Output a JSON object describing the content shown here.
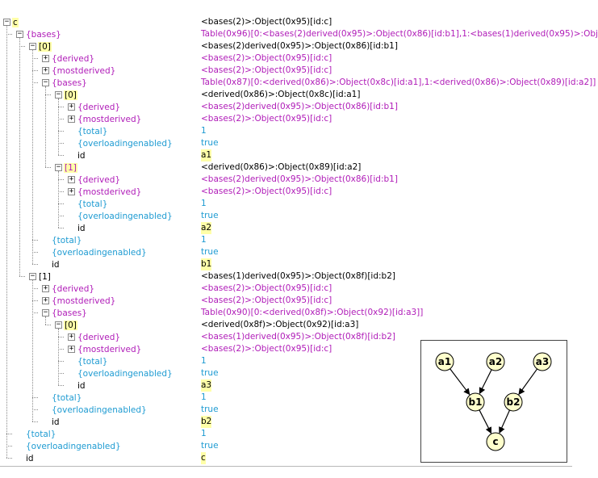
{
  "colors": {
    "cyan": "#1e9bd2",
    "magenta": "#b01cb8",
    "black": "#000000",
    "highlight": "#ffffa8",
    "node_fill": "#ffffcc"
  },
  "rows": [
    {
      "d": 0,
      "e": "-",
      "n": "c",
      "k": "black",
      "hl": true,
      "v": "<bases(2)>:Object(0x95)[id:c]",
      "vk": "black"
    },
    {
      "d": 1,
      "e": "-",
      "n": "{bases}",
      "k": "magenta",
      "v": "Table(0x96)[0:<bases(2)derived(0x95)>:Object(0x86)[id:b1],1:<bases(1)derived(0x95)>:Obj",
      "vk": "magenta"
    },
    {
      "d": 2,
      "e": "-",
      "n": "[0]",
      "k": "black",
      "hl": true,
      "v": "<bases(2)derived(0x95)>:Object(0x86)[id:b1]",
      "vk": "black"
    },
    {
      "d": 3,
      "e": "+",
      "n": "{derived}",
      "k": "magenta",
      "v": "<bases(2)>:Object(0x95)[id:c]",
      "vk": "magenta"
    },
    {
      "d": 3,
      "e": "+",
      "n": "{mostderived}",
      "k": "magenta",
      "v": "<bases(2)>:Object(0x95)[id:c]",
      "vk": "magenta"
    },
    {
      "d": 3,
      "e": "-",
      "n": "{bases}",
      "k": "magenta",
      "v": "Table(0x87)[0:<derived(0x86)>:Object(0x8c)[id:a1],1:<derived(0x86)>:Object(0x89)[id:a2]]",
      "vk": "magenta"
    },
    {
      "d": 4,
      "e": "-",
      "n": "[0]",
      "k": "black",
      "hl": true,
      "v": "<derived(0x86)>:Object(0x8c)[id:a1]",
      "vk": "black"
    },
    {
      "d": 5,
      "e": "+",
      "n": "{derived}",
      "k": "magenta",
      "v": "<bases(2)derived(0x95)>:Object(0x86)[id:b1]",
      "vk": "magenta"
    },
    {
      "d": 5,
      "e": "+",
      "n": "{mostderived}",
      "k": "magenta",
      "v": "<bases(2)>:Object(0x95)[id:c]",
      "vk": "magenta"
    },
    {
      "d": 5,
      "e": "",
      "n": "{total}",
      "k": "cyan",
      "v": "1",
      "vk": "cyan"
    },
    {
      "d": 5,
      "e": "",
      "n": "{overloadingenabled}",
      "k": "cyan",
      "v": "true",
      "vk": "cyan"
    },
    {
      "d": 5,
      "e": "",
      "n": "id",
      "k": "black",
      "v": "a1",
      "vk": "black",
      "vhl": true
    },
    {
      "d": 4,
      "e": "-",
      "n": "[1]",
      "k": "magenta",
      "hl": true,
      "v": "<derived(0x86)>:Object(0x89)[id:a2]",
      "vk": "black"
    },
    {
      "d": 5,
      "e": "+",
      "n": "{derived}",
      "k": "magenta",
      "v": "<bases(2)derived(0x95)>:Object(0x86)[id:b1]",
      "vk": "magenta"
    },
    {
      "d": 5,
      "e": "+",
      "n": "{mostderived}",
      "k": "magenta",
      "v": "<bases(2)>:Object(0x95)[id:c]",
      "vk": "magenta"
    },
    {
      "d": 5,
      "e": "",
      "n": "{total}",
      "k": "cyan",
      "v": "1",
      "vk": "cyan"
    },
    {
      "d": 5,
      "e": "",
      "n": "{overloadingenabled}",
      "k": "cyan",
      "v": "true",
      "vk": "cyan"
    },
    {
      "d": 5,
      "e": "",
      "n": "id",
      "k": "black",
      "v": "a2",
      "vk": "black",
      "vhl": true
    },
    {
      "d": 3,
      "e": "",
      "n": "{total}",
      "k": "cyan",
      "v": "1",
      "vk": "cyan"
    },
    {
      "d": 3,
      "e": "",
      "n": "{overloadingenabled}",
      "k": "cyan",
      "v": "true",
      "vk": "cyan"
    },
    {
      "d": 3,
      "e": "",
      "n": "id",
      "k": "black",
      "v": "b1",
      "vk": "black",
      "vhl": true
    },
    {
      "d": 2,
      "e": "-",
      "n": "[1]",
      "k": "black",
      "v": "<bases(1)derived(0x95)>:Object(0x8f)[id:b2]",
      "vk": "black"
    },
    {
      "d": 3,
      "e": "+",
      "n": "{derived}",
      "k": "magenta",
      "v": "<bases(2)>:Object(0x95)[id:c]",
      "vk": "magenta"
    },
    {
      "d": 3,
      "e": "+",
      "n": "{mostderived}",
      "k": "magenta",
      "v": "<bases(2)>:Object(0x95)[id:c]",
      "vk": "magenta"
    },
    {
      "d": 3,
      "e": "-",
      "n": "{bases}",
      "k": "magenta",
      "v": "Table(0x90)[0:<derived(0x8f)>:Object(0x92)[id:a3]]",
      "vk": "magenta"
    },
    {
      "d": 4,
      "e": "-",
      "n": "[0]",
      "k": "black",
      "hl": true,
      "v": "<derived(0x8f)>:Object(0x92)[id:a3]",
      "vk": "black"
    },
    {
      "d": 5,
      "e": "+",
      "n": "{derived}",
      "k": "magenta",
      "v": "<bases(1)derived(0x95)>:Object(0x8f)[id:b2]",
      "vk": "magenta"
    },
    {
      "d": 5,
      "e": "+",
      "n": "{mostderived}",
      "k": "magenta",
      "v": "<bases(2)>:Object(0x95)[id:c]",
      "vk": "magenta"
    },
    {
      "d": 5,
      "e": "",
      "n": "{total}",
      "k": "cyan",
      "v": "1",
      "vk": "cyan"
    },
    {
      "d": 5,
      "e": "",
      "n": "{overloadingenabled}",
      "k": "cyan",
      "v": "true",
      "vk": "cyan"
    },
    {
      "d": 5,
      "e": "",
      "n": "id",
      "k": "black",
      "v": "a3",
      "vk": "black",
      "vhl": true
    },
    {
      "d": 3,
      "e": "",
      "n": "{total}",
      "k": "cyan",
      "v": "1",
      "vk": "cyan"
    },
    {
      "d": 3,
      "e": "",
      "n": "{overloadingenabled}",
      "k": "cyan",
      "v": "true",
      "vk": "cyan"
    },
    {
      "d": 3,
      "e": "",
      "n": "id",
      "k": "black",
      "v": "b2",
      "vk": "black",
      "vhl": true
    },
    {
      "d": 1,
      "e": "",
      "n": "{total}",
      "k": "cyan",
      "v": "1",
      "vk": "cyan"
    },
    {
      "d": 1,
      "e": "",
      "n": "{overloadingenabled}",
      "k": "cyan",
      "v": "true",
      "vk": "cyan"
    },
    {
      "d": 1,
      "e": "",
      "n": "id",
      "k": "black",
      "v": "c",
      "vk": "black",
      "vhl": true
    }
  ],
  "graph": {
    "nodes": [
      {
        "id": "a1",
        "label": "a1"
      },
      {
        "id": "a2",
        "label": "a2"
      },
      {
        "id": "a3",
        "label": "a3"
      },
      {
        "id": "b1",
        "label": "b1"
      },
      {
        "id": "b2",
        "label": "b2"
      },
      {
        "id": "c",
        "label": "c"
      }
    ],
    "edges": [
      [
        "a1",
        "b1"
      ],
      [
        "a2",
        "b1"
      ],
      [
        "a3",
        "b2"
      ],
      [
        "b1",
        "c"
      ],
      [
        "b2",
        "c"
      ]
    ]
  }
}
